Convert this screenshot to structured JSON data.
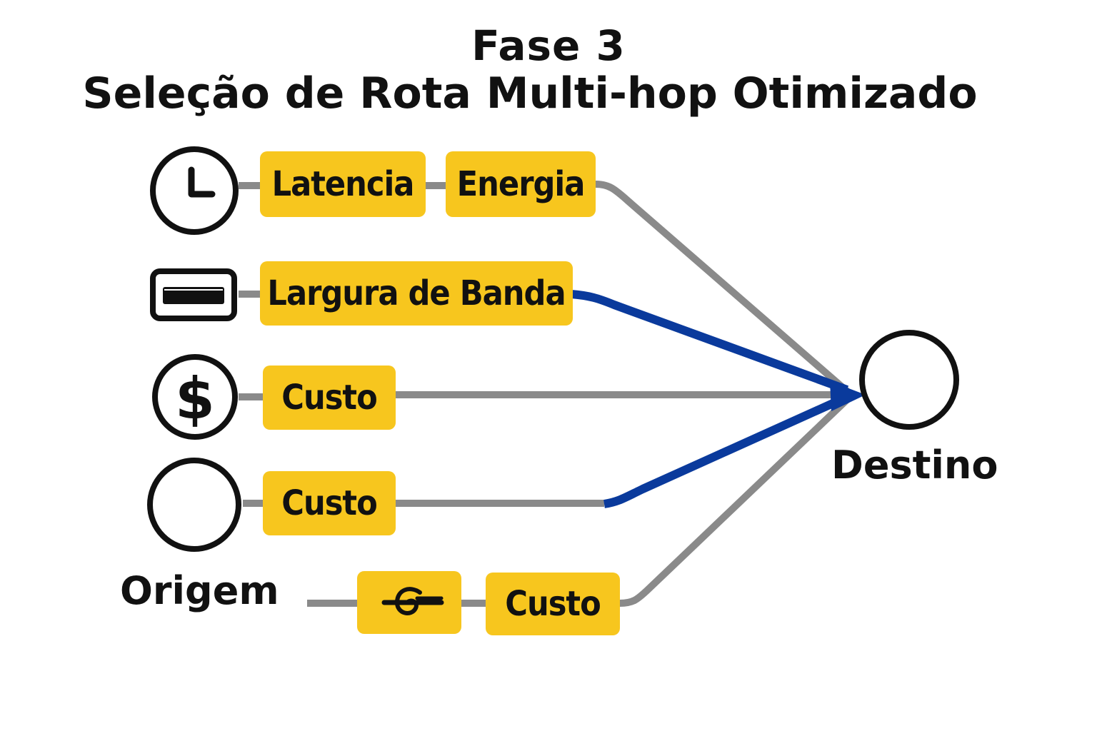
{
  "title": {
    "line1": "Fase 3",
    "line2": "Seleção de Rota Multi-hop Otimizado"
  },
  "colors": {
    "box": "#f7c61e",
    "path_default": "#8a8a8a",
    "path_selected": "#0a3a9c",
    "stroke": "#111111"
  },
  "routes": [
    {
      "icon": "clock-icon",
      "hops": [
        "Latencia",
        "Energia"
      ],
      "selected": false
    },
    {
      "icon": "bandwidth-icon",
      "hops": [
        "Largura de Banda"
      ],
      "selected": true
    },
    {
      "icon": "dollar-icon",
      "hops": [
        "Custo"
      ],
      "selected": false
    },
    {
      "icon": "origin-node-icon",
      "hops": [
        "Custo"
      ],
      "selected": true
    },
    {
      "icon": "knot-icon",
      "hops": [
        "Custo"
      ],
      "selected": false
    }
  ],
  "origin_label": "Origem",
  "destination_label": "Destino"
}
